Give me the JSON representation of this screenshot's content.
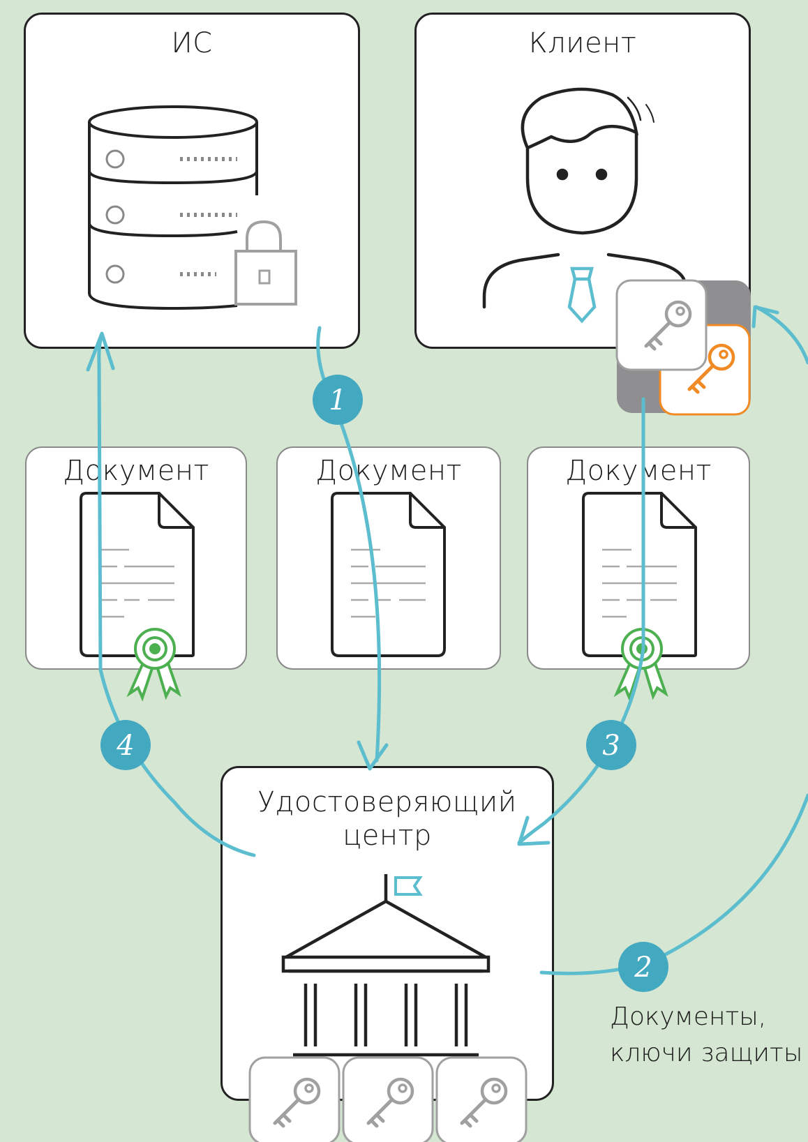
{
  "nodes": {
    "is": {
      "title": "ИС"
    },
    "client": {
      "title": "Клиент"
    },
    "doc_left": {
      "title": "Документ"
    },
    "doc_mid": {
      "title": "Документ"
    },
    "doc_right": {
      "title": "Документ"
    },
    "ca": {
      "title": "Удостоверяющий центр",
      "title_line1": "Удостоверяющий",
      "title_line2": "центр"
    }
  },
  "steps": [
    {
      "label": "1"
    },
    {
      "label": "2"
    },
    {
      "label": "3"
    },
    {
      "label": "4"
    }
  ],
  "annotations": {
    "step2_line1": "Документы,",
    "step2_line2": "ключи защиты"
  },
  "colors": {
    "background": "#d5e6d2",
    "flow": "#5bbdce",
    "step_badge": "#43a9c1",
    "certificate": "#4caf50",
    "key_orange": "#f08a24",
    "lock_gray": "#a0a0a0"
  },
  "icons": {
    "is": "database-server-icon",
    "lock": "padlock-icon",
    "client": "person-icon",
    "doc": "document-icon",
    "seal": "certificate-seal-icon",
    "ca": "government-building-icon",
    "key": "key-icon"
  }
}
